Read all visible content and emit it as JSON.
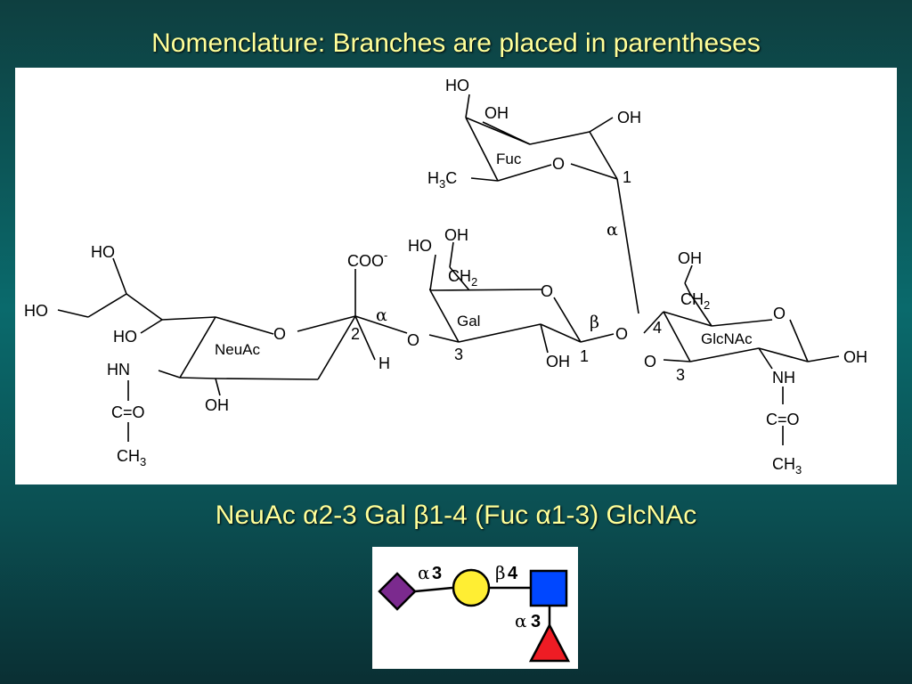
{
  "slide": {
    "title": "Nomenclature: Branches are placed in parentheses",
    "formula": "NeuAc α2-3 Gal β1-4 (Fuc α1-3) GlcNAc"
  },
  "structure": {
    "residues": {
      "neuac": "NeuAc",
      "gal": "Gal",
      "glcnac": "GlcNAc",
      "fuc": "Fuc"
    },
    "atoms": {
      "ho": "HO",
      "oh": "OH",
      "o": "O",
      "h": "H",
      "hn": "HN",
      "nh": "NH",
      "c_eq_o": "C=O",
      "ch": "CH",
      "c": "C",
      "coo": "COO",
      "minus": "-",
      "sub2": "2",
      "sub3": "3"
    },
    "linkages": {
      "alpha": "α",
      "beta": "β",
      "pos1": "1",
      "pos2": "2",
      "pos3": "3",
      "pos4": "4"
    }
  },
  "symbols": {
    "neuac_color": "#7b2a8e",
    "gal_color": "#ffee33",
    "glcnac_color": "#0047ff",
    "fuc_color": "#ee1c24",
    "links": {
      "neuac_gal_anomer": "α",
      "neuac_gal_pos": "3",
      "gal_glcnac_anomer": "β",
      "gal_glcnac_pos": "4",
      "fuc_glcnac_anomer": "α",
      "fuc_glcnac_pos": "3"
    }
  }
}
